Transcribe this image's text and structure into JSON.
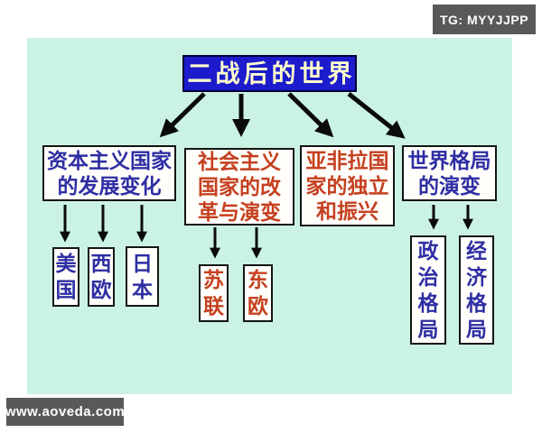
{
  "watermarks": {
    "top_right": "TG: MYYJJPP",
    "bottom_left": "www.aoveda.com"
  },
  "colors": {
    "background": "#ffffff",
    "canvas": "#cbf3e3",
    "root_fill": "#1c1ccd",
    "root_text": "#ffffcc",
    "blue_text": "#2e2ea4",
    "orange_text": "#c5401f",
    "box_fill": "#fffefa",
    "box_border": "#141414",
    "watermark_bg": "#59595b",
    "watermark_text": "#ffffff"
  },
  "diagram": {
    "root": {
      "label": "二战后的世界"
    },
    "branches": [
      {
        "label": "资本主义国家\n的发展变化",
        "text_color": "blue",
        "children": [
          {
            "label": "美\n国"
          },
          {
            "label": "西\n欧"
          },
          {
            "label": "日\n本"
          }
        ]
      },
      {
        "label": "社会主义\n国家的改\n革与演变",
        "text_color": "orange",
        "children": [
          {
            "label": "苏\n联"
          },
          {
            "label": "东\n欧"
          }
        ]
      },
      {
        "label": "亚非拉国\n家的独立\n和振兴",
        "text_color": "orange",
        "children": []
      },
      {
        "label": "世界格局\n的演变",
        "text_color": "blue",
        "children": [
          {
            "label": "政\n治\n格\n局"
          },
          {
            "label": "经\n济\n格\n局"
          }
        ]
      }
    ]
  }
}
